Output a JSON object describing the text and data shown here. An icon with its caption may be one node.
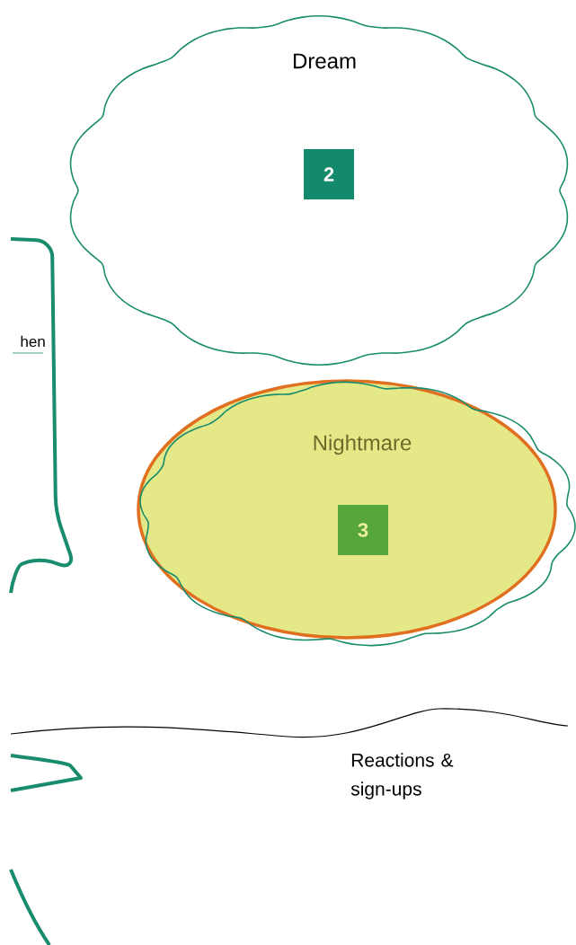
{
  "diagram": {
    "nodes": [
      {
        "text": [
          "Dream"
        ]
      },
      {
        "text": [
          "2"
        ],
        "in": 0
      },
      {
        "text": [
          "Nightmare"
        ]
      },
      {
        "text": [
          "3"
        ],
        "in": 2
      },
      {
        "text": [
          "hen"
        ]
      }
    ],
    "labels": [
      "Reactions & sign-ups"
    ]
  }
}
